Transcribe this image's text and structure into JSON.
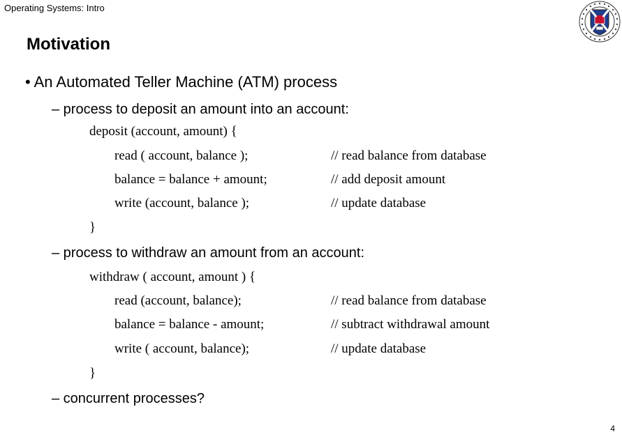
{
  "header": {
    "course": "Operating Systems: Intro"
  },
  "slide": {
    "title": "Motivation",
    "bullet": "• An Automated Teller Machine (ATM) process",
    "deposit": {
      "dash": "– process to deposit an amount into an account:",
      "open": "deposit (account, amount) {",
      "lines": [
        {
          "code": "read ( account, balance );",
          "comment": "// read balance from database"
        },
        {
          "code": "balance = balance + amount;",
          "comment": "// add deposit amount"
        },
        {
          "code": "write (account, balance );",
          "comment": "// update database"
        }
      ],
      "close": "}"
    },
    "withdraw": {
      "dash": "– process to withdraw an amount from an account:",
      "open": "withdraw ( account, amount ) {",
      "lines": [
        {
          "code": "read (account, balance);",
          "comment": "// read balance from database"
        },
        {
          "code": "balance = balance - amount;",
          "comment": "// subtract withdrawal amount"
        },
        {
          "code": "write ( account, balance);",
          "comment": "// update database"
        }
      ],
      "close": "}"
    },
    "concurrent": "– concurrent processes?",
    "page_number": "4"
  },
  "logo": {
    "name": "university-crest-icon",
    "outer_text": "THE UNIVERSITY OF EDINBURGH"
  }
}
